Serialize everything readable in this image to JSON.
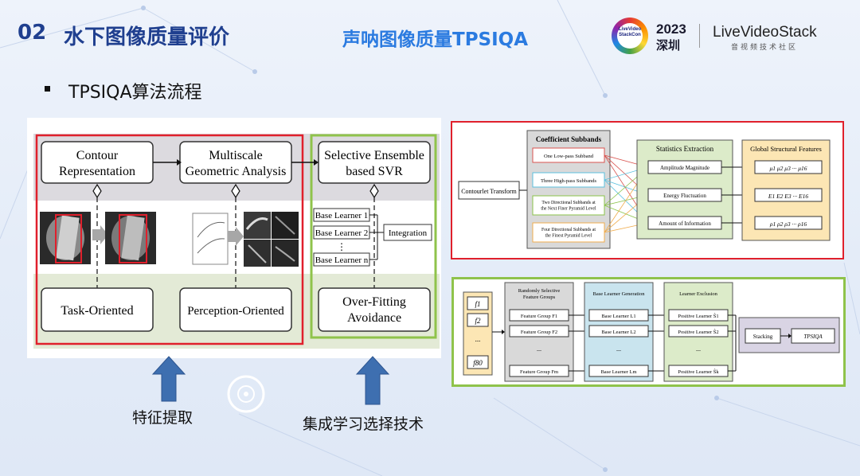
{
  "header": {
    "section_number": "02",
    "section_title": "水下图像质量评价",
    "subtitle": "声呐图像质量TPSIQA"
  },
  "bullet": {
    "text": "TPSIQA算法流程"
  },
  "logo": {
    "conference_text": "LiveVideo\nStackCon",
    "year": "2023",
    "city": "深圳",
    "brand": "LiveVideoStack",
    "brand_sub": "音视频技术社区"
  },
  "left_diagram": {
    "contour": "Contour\nRepresentation",
    "multiscale": "Multiscale\nGeometric Analysis",
    "selective": "Selective Ensemble\nbased SVR",
    "task": "Task-Oriented",
    "perception": "Perception-Oriented",
    "overfit": "Over-Fitting\nAvoidance",
    "learner1": "Base Learner 1",
    "learner2": "Base Learner 2",
    "learner_dots": "⋮",
    "learnern": "Base Learner n",
    "integration": "Integration"
  },
  "top_right": {
    "contourlet": "Contourlet Transform",
    "coef_title": "Coefficient Subbands",
    "sub1": "One Low-pass Subband",
    "sub2": "Three High-pass Subbands",
    "sub3": "Two Directional Subbands at\nthe Next Finer Pyramid Level",
    "sub4": "Four Directional Subbands at\nthe Finest Pyramid Level",
    "stats_title": "Statistics Extraction",
    "amp": "Amplitude Magnitude",
    "energy": "Energy Fluctuation",
    "info": "Amount of Information",
    "global_title": "Global Structural Features",
    "mu": "μ1 μ2 μ3 ··· μ16",
    "e": "E1 E2 E3 ··· E16",
    "rho": "ρ1 ρ2 ρ3 ··· ρ16"
  },
  "bottom_right": {
    "f1": "f1",
    "f2": "f2",
    "fdots": "...",
    "f80": "f80",
    "rs_title": "Randomly Selective\nFeature Groups",
    "fg1": "Feature Group F1",
    "fg2": "Feature Group F2",
    "fgm": "Feature Group Fm",
    "dots": "...",
    "blg_title": "Base Learner Generation",
    "bl1": "Base Learner L1",
    "bl2": "Base Learner L2",
    "blm": "Base Learner Lm",
    "le_title": "Learner Exclusion",
    "pl1": "Positive Learner Ŝ1",
    "pl2": "Positive Learner Ŝ2",
    "plk": "Positive Learner Ŝk",
    "stacking": "Stacking",
    "tpsiqa": "TPSIQA"
  },
  "captions": {
    "feature": "特征提取",
    "ensemble": "集成学习选择技术"
  },
  "colors": {
    "title_blue": "#1f3f8f",
    "subtitle_blue": "#2b7be0",
    "red_frame": "#e0202c",
    "green_frame": "#8fc34b",
    "arrow_blue": "#3e6fb0"
  }
}
